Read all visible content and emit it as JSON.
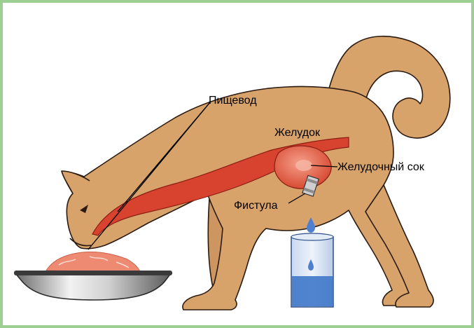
{
  "labels": {
    "esophagus": "Пищевод",
    "stomach": "Желудок",
    "gastric_juice": "Желудочный сок",
    "fistula": "Фистула"
  },
  "colors": {
    "frame_border": "#9ccf91",
    "dog_fill": "#d8a36a",
    "outline": "#2a1a10",
    "organ_red": "#d8432f",
    "stomach_fill": "#e3705a",
    "food": "#ef8a72",
    "water": "#3f78c9",
    "drop": "#4f7fcf"
  },
  "icons": [
    "dog-figure",
    "food-bowl-icon",
    "glass-beaker-icon",
    "water-drop-icon"
  ]
}
